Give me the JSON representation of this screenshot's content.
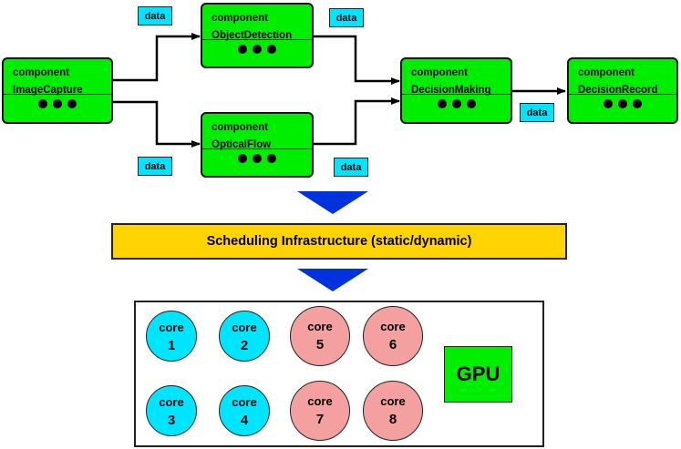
{
  "components": [
    {
      "id": "imagecapture",
      "kind": "component",
      "name": "ImageCapture"
    },
    {
      "id": "objectdetection",
      "kind": "component",
      "name": "ObjectDetection"
    },
    {
      "id": "opticalflow",
      "kind": "component",
      "name": "OpticalFlow"
    },
    {
      "id": "decisionmaking",
      "kind": "component",
      "name": "DecisionMaking"
    },
    {
      "id": "decisionrecord",
      "kind": "component",
      "name": "DecisionRecord"
    }
  ],
  "data_tags": [
    "data",
    "data",
    "data",
    "data",
    "data"
  ],
  "edges": [
    {
      "from": "ImageCapture",
      "to": "ObjectDetection"
    },
    {
      "from": "ImageCapture",
      "to": "OpticalFlow"
    },
    {
      "from": "ObjectDetection",
      "to": "DecisionMaking"
    },
    {
      "from": "OpticalFlow",
      "to": "DecisionMaking"
    },
    {
      "from": "DecisionMaking",
      "to": "DecisionRecord"
    }
  ],
  "scheduling": {
    "label": "Scheduling Infrastructure (static/dynamic)"
  },
  "hardware": {
    "cores": [
      {
        "label": "core",
        "number": "1"
      },
      {
        "label": "core",
        "number": "2"
      },
      {
        "label": "core",
        "number": "3"
      },
      {
        "label": "core",
        "number": "4"
      },
      {
        "label": "core",
        "number": "5"
      },
      {
        "label": "core",
        "number": "6"
      },
      {
        "label": "core",
        "number": "7"
      },
      {
        "label": "core",
        "number": "8"
      }
    ],
    "gpu_label": "GPU"
  },
  "colors": {
    "component": "#00ee00",
    "data_tag": "#00e5ff",
    "scheduling": "#ffd400",
    "core_small": "#00e5ff",
    "core_large": "#f4a0a0",
    "gpu": "#00ee00",
    "down_arrow": "#0033dd"
  }
}
